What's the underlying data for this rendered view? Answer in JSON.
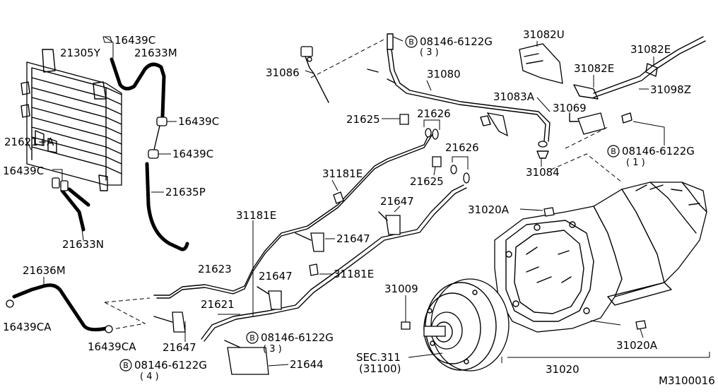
{
  "labels": {
    "p16439c_top": "16439C",
    "p21305y": "21305Y",
    "p21633m": "21633M",
    "p16439c_mid1": "16439C",
    "p16439c_mid2": "16439C",
    "p21621a": "21621+A",
    "p16439c_left": "16439C",
    "p21635p": "21635P",
    "p21633n": "21633N",
    "p21636m": "21636M",
    "p16439ca_left": "16439CA",
    "p16439ca_right": "16439CA",
    "p21647_bl": "21647",
    "p08146_bl": "08146-6122G",
    "p08146_bl_qty": "( 4 )",
    "p31181e_mid": "31181E",
    "p21623": "21623",
    "p21621": "21621",
    "p21647_mid": "21647",
    "p08146_bm": "08146-6122G",
    "p08146_bm_qty": "( 3 )",
    "p21644": "21644",
    "p31086": "31086",
    "p08146_top": "08146-6122G",
    "p08146_top_qty": "( 3 )",
    "p31080": "31080",
    "p21625_a": "21625",
    "p21626_a": "21626",
    "p21626_b": "21626",
    "p31181e_top": "31181E",
    "p21625_b": "21625",
    "p21647_a": "21647",
    "p21647_b": "21647",
    "p31181e_r": "31181E",
    "p31082u": "31082U",
    "p31082e_a": "31082E",
    "p31082e_b": "31082E",
    "p31098z": "31098Z",
    "p31083a": "31083A",
    "p31069": "31069",
    "p08146_right": "08146-6122G",
    "p08146_right_qty": "( 1 )",
    "p31084": "31084",
    "p31020a_top": "31020A",
    "p31009": "31009",
    "p31020a_bot": "31020A",
    "p31020": "31020",
    "sec311": "SEC.311",
    "sec311_ref": "(31100)",
    "diagram_id": "M3100016",
    "bolt_badge": "B"
  }
}
